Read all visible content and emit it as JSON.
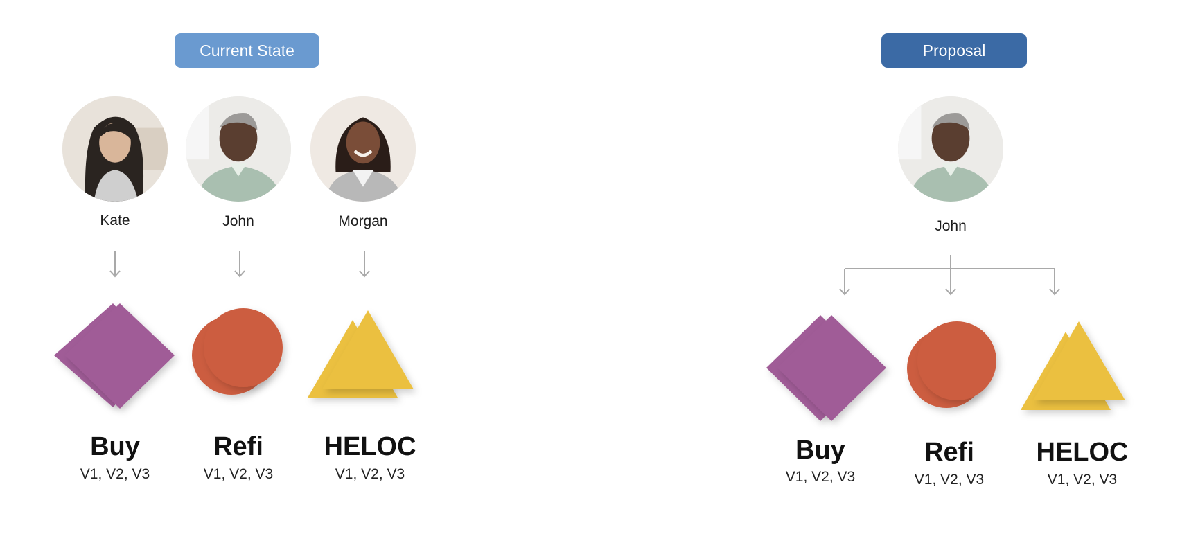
{
  "current": {
    "label": "Current State",
    "color": "#6a9ad0",
    "people": [
      {
        "name": "Kate",
        "avatar": "woman-long-dark-hair-avatar"
      },
      {
        "name": "John",
        "avatar": "man-glasses-avatar"
      },
      {
        "name": "Morgan",
        "avatar": "woman-locs-smiling-avatar"
      }
    ],
    "products": [
      {
        "name": "Buy",
        "versions": "V1, V2, V3",
        "shape": "diamond-icon",
        "color": "#a05c97"
      },
      {
        "name": "Refi",
        "versions": "V1, V2, V3",
        "shape": "circle-icon",
        "color": "#cc5d3f"
      },
      {
        "name": "HELOC",
        "versions": "V1, V2, V3",
        "shape": "triangle-icon",
        "color": "#ebc041"
      }
    ]
  },
  "proposal": {
    "label": "Proposal",
    "color": "#3b6aa5",
    "person": {
      "name": "John",
      "avatar": "man-glasses-avatar"
    },
    "products": [
      {
        "name": "Buy",
        "versions": "V1, V2, V3",
        "shape": "diamond-icon",
        "color": "#a05c97"
      },
      {
        "name": "Refi",
        "versions": "V1, V2, V3",
        "shape": "circle-icon",
        "color": "#cc5d3f"
      },
      {
        "name": "HELOC",
        "versions": "V1, V2, V3",
        "shape": "triangle-icon",
        "color": "#ebc041"
      }
    ]
  },
  "connector_color": "#a9a9a9"
}
